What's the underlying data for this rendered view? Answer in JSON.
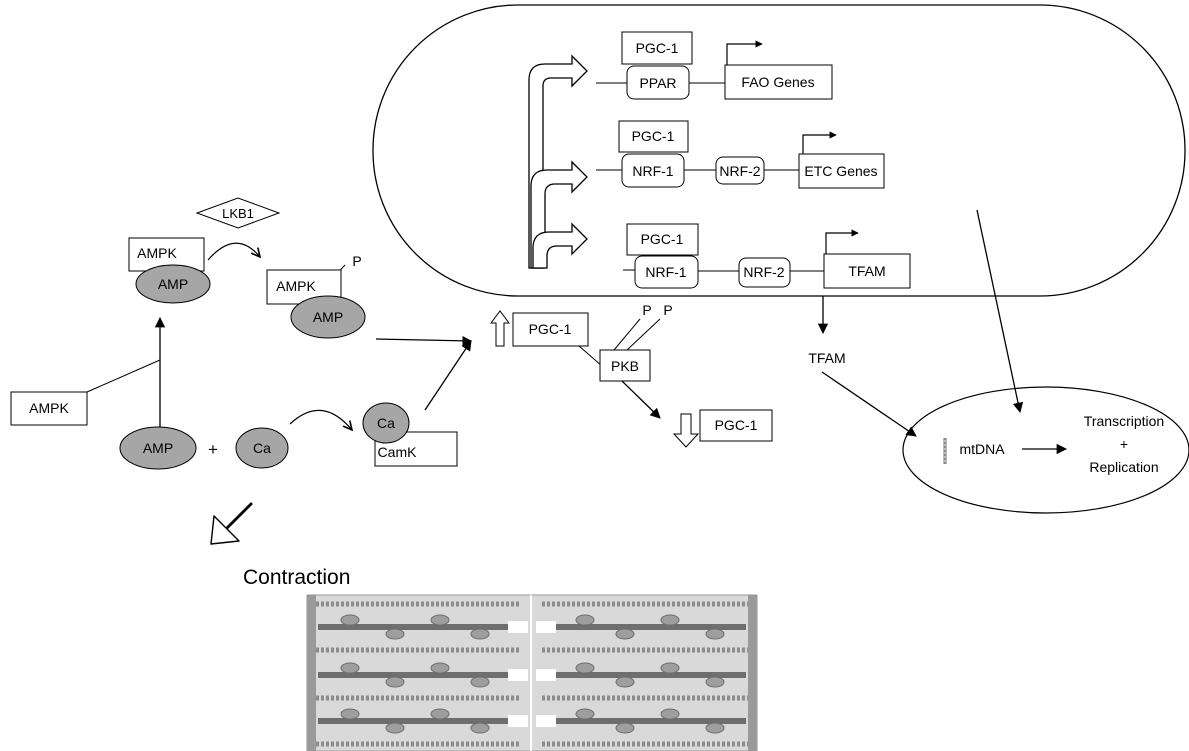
{
  "colors": {
    "ink": "#000000",
    "ellipse_fill": "#a6a6a6",
    "sarcomere_bg": "#d9d9d9",
    "filament": "#7f7f7f"
  },
  "icons": {
    "nucleus": "rounded-capsule-outline",
    "mitochondrion": "ellipse-outline",
    "upregulation": "hollow-up-arrow",
    "downregulation": "hollow-down-arrow",
    "contraction": "hollow-diagonal-arrow",
    "sarcomere": "sarcomere-illustration",
    "mtdna": "dna-strand-icon"
  },
  "nucleus": {
    "row1": {
      "coactivator": "PGC-1",
      "factor": "PPAR",
      "target": "FAO Genes"
    },
    "row2": {
      "coactivator": "PGC-1",
      "factor1": "NRF-1",
      "factor2": "NRF-2",
      "target": "ETC Genes"
    },
    "row3": {
      "coactivator": "PGC-1",
      "factor1": "NRF-1",
      "factor2": "NRF-2",
      "target": "TFAM"
    }
  },
  "signaling": {
    "lkb1": "LKB1",
    "ampk_complex": "AMPK",
    "amp_bound": "AMP",
    "phospho_mark": "P",
    "ampk_active": "AMPK",
    "amp_active": "AMP",
    "ampk_free": "AMPK",
    "amp": "AMP",
    "plus": "+",
    "ca": "Ca",
    "ca_bound": "Ca",
    "camk": "CamK",
    "pgc1_up": "PGC-1",
    "pkb": "PKB",
    "pkb_p1": "P",
    "pkb_p2": "P",
    "pgc1_down": "PGC-1"
  },
  "mito": {
    "tfam": "TFAM",
    "mtdna": "mtDNA",
    "transcription": "Transcription",
    "plus": "+",
    "replication": "Replication"
  },
  "contraction": {
    "label": "Contraction"
  }
}
